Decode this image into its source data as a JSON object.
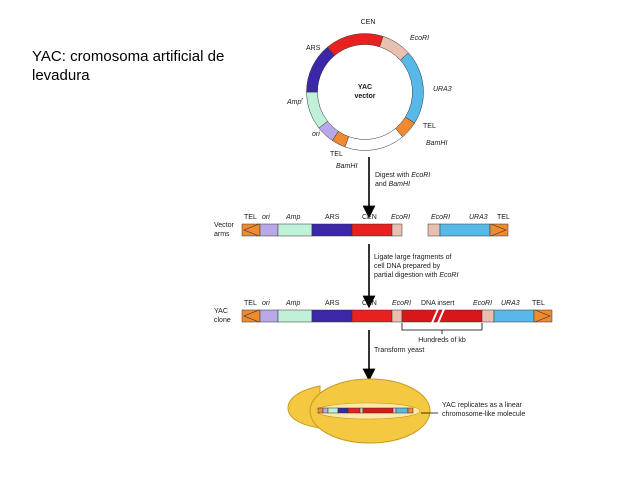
{
  "title": "YAC: cromosoma artificial de levadura",
  "colors": {
    "tel": "#f08a30",
    "ori": "#b8a8e8",
    "ampr": "#bff0d8",
    "ars": "#3a28a8",
    "cen": "#e82020",
    "ecori": "#e8c0b0",
    "ura3": "#58b8e8",
    "insert": "#d81818",
    "yeast_cell": "#f5c842",
    "yeast_border": "#c89a20"
  },
  "circle": {
    "center_label_1": "YAC",
    "center_label_2": "vector",
    "labels": {
      "cen": "CEN",
      "ecori": "EcoRI",
      "ars": "ARS",
      "ura3": "URA3",
      "ampr": "Amp",
      "ampr_sup": "r",
      "ori": "ori",
      "tel_right": "TEL",
      "tel_left": "TEL",
      "bamhi_right": "BamHI",
      "bamhi_left": "BamHI"
    }
  },
  "steps": {
    "digest_1": "Digest with ",
    "digest_1_i": "EcoRI",
    "digest_2": "and ",
    "digest_2_i": "BamHI",
    "ligate_1": "Ligate large fragments of",
    "ligate_2": "cell DNA prepared by",
    "ligate_3": "partial digestion with ",
    "ligate_3_i": "EcoRI",
    "transform": "Transform yeast"
  },
  "vector_arms": {
    "label_1": "Vector",
    "label_2": "arms",
    "left_headers": [
      "TEL",
      "ori",
      "Amp",
      "ARS",
      "CEN",
      "EcoRI"
    ],
    "right_headers": [
      "EcoRI",
      "URA3",
      "TEL"
    ]
  },
  "yac_clone": {
    "label_1": "YAC",
    "label_2": "clone",
    "headers": [
      "TEL",
      "ori",
      "Amp",
      "ARS",
      "CEN",
      "EcoRI",
      "DNA insert",
      "EcoRI",
      "URA3",
      "TEL"
    ],
    "bracket_label": "Hundreds of kb"
  },
  "yeast": {
    "caption_1": "YAC replicates as a linear",
    "caption_2": "chromosome-like molecule"
  }
}
